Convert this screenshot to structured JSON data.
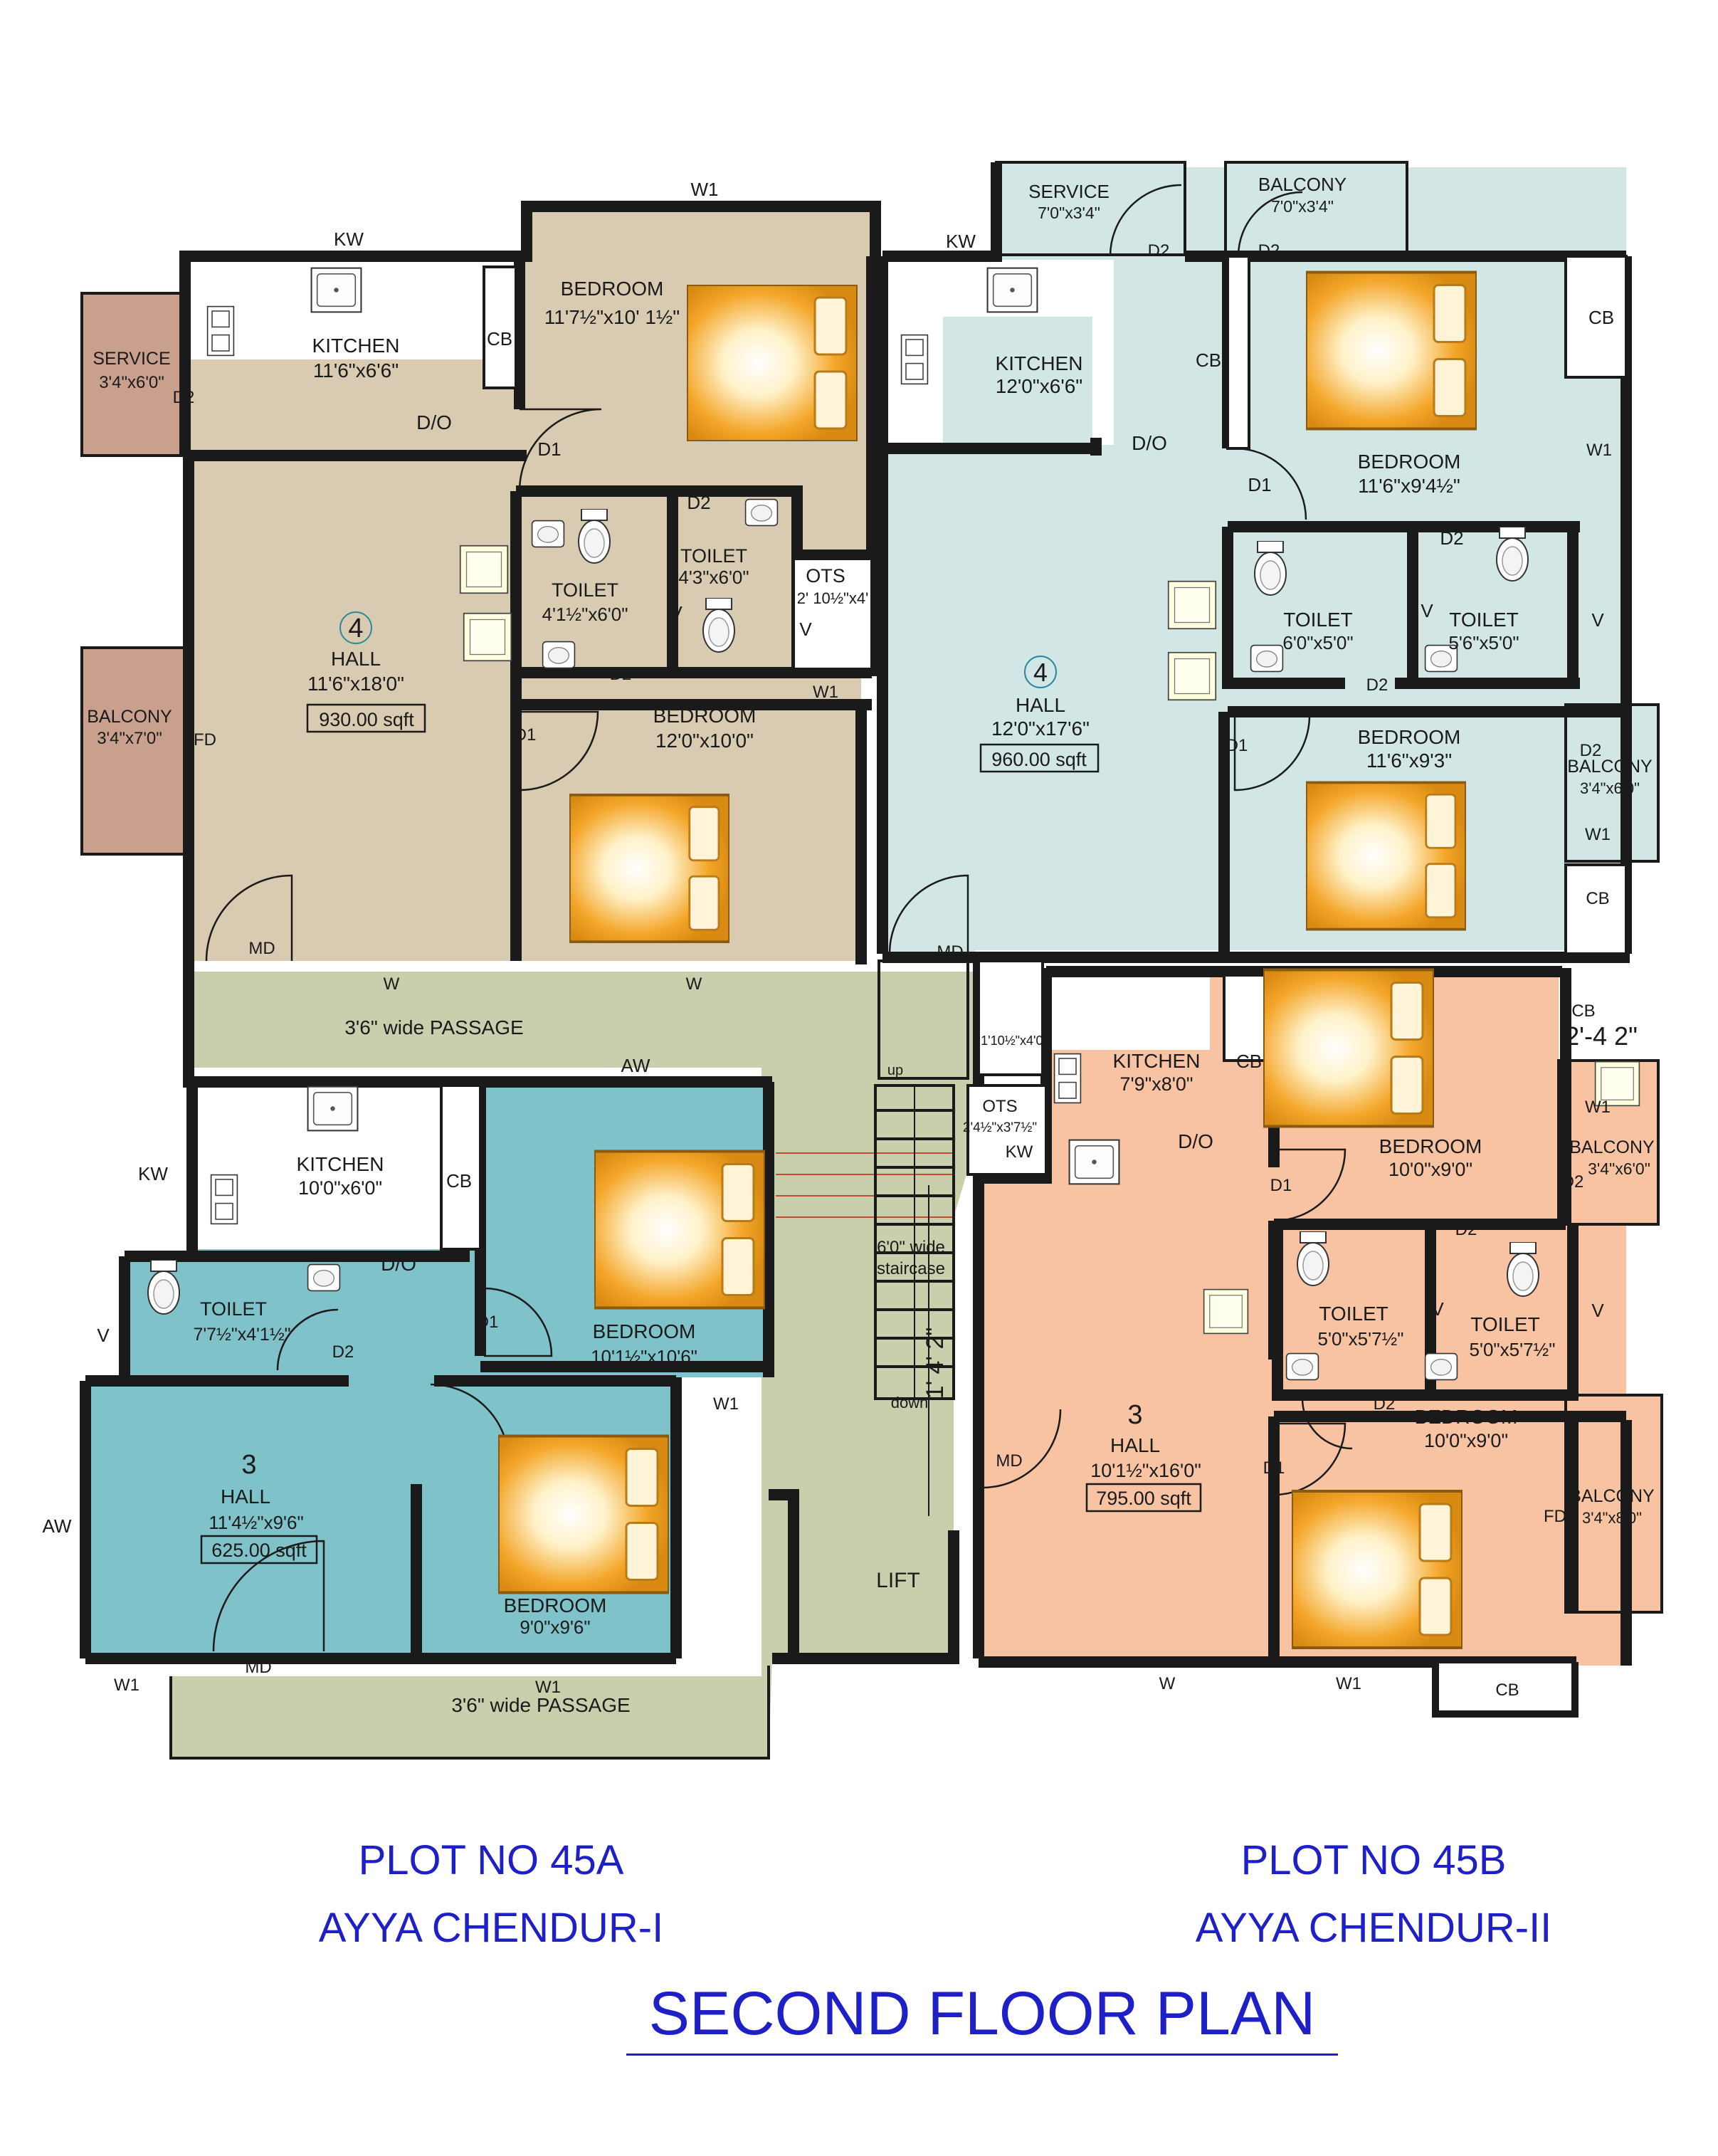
{
  "colors": {
    "unitA4": "#d9cbb1",
    "unitB4": "#d3e6e6",
    "unitA3": "#80c2c9",
    "unitB3": "#f8c3a2",
    "common": "#c9cfac",
    "balcony": "#c9a08e",
    "wall": "#1a1a1a",
    "bed": "#f0a020",
    "text_blue": "#1f1fc8"
  },
  "units": {
    "a4": {
      "bhk": "4",
      "hall": {
        "name": "HALL",
        "dim": "11'6\"x18'0\"",
        "area": "930.00 sqft"
      },
      "kitchen": {
        "name": "KITCHEN",
        "dim": "11'6\"x6'6\""
      },
      "service": {
        "name": "SERVICE",
        "dim": "3'4\"x6'0\""
      },
      "balcony": {
        "name": "BALCONY",
        "dim": "3'4\"x7'0\""
      },
      "bed1": {
        "name": "BEDROOM",
        "dim": "11'7½\"x10' 1½\""
      },
      "bed2": {
        "name": "BEDROOM",
        "dim": "12'0\"x10'0\""
      },
      "toilet1": {
        "name": "TOILET",
        "dim": "4'1½\"x6'0\""
      },
      "toilet2": {
        "name": "TOILET",
        "dim": "4'3\"x6'0\""
      },
      "ots": {
        "name": "OTS",
        "dim": "2' 10½\"x4'"
      }
    },
    "b4": {
      "bhk": "4",
      "hall": {
        "name": "HALL",
        "dim": "12'0\"x17'6\"",
        "area": "960.00 sqft"
      },
      "kitchen": {
        "name": "KITCHEN",
        "dim": "12'0\"x6'6\""
      },
      "service": {
        "name": "SERVICE",
        "dim": "7'0\"x3'4\""
      },
      "balcony1": {
        "name": "BALCONY",
        "dim": "7'0\"x3'4\""
      },
      "balcony2": {
        "name": "BALCONY",
        "dim": "3'4\"x6'0\""
      },
      "bed1": {
        "name": "BEDROOM",
        "dim": "11'6\"x9'4½\""
      },
      "bed2": {
        "name": "BEDROOM",
        "dim": "11'6\"x9'3\""
      },
      "toilet1": {
        "name": "TOILET",
        "dim": "6'0\"x5'0\""
      },
      "toilet2": {
        "name": "TOILET",
        "dim": "5'6\"x5'0\""
      }
    },
    "a3": {
      "bhk": "3",
      "hall": {
        "name": "HALL",
        "dim": "11'4½\"x9'6\"",
        "area": "625.00 sqft"
      },
      "kitchen": {
        "name": "KITCHEN",
        "dim": "10'0\"x6'0\""
      },
      "toilet": {
        "name": "TOILET",
        "dim": "7'7½\"x4'1½\""
      },
      "bed1": {
        "name": "BEDROOM",
        "dim": "10'1½\"x10'6\""
      },
      "bed2": {
        "name": "BEDROOM",
        "dim": "9'0\"x9'6\""
      }
    },
    "b3": {
      "bhk": "3",
      "hall": {
        "name": "HALL",
        "dim": "10'1½\"x16'0\"",
        "area": "795.00 sqft"
      },
      "kitchen": {
        "name": "KITCHEN",
        "dim": "7'9\"x8'0\""
      },
      "ots": {
        "name": "OTS",
        "dim": "2'4½\"x3'7½\""
      },
      "balcony1": {
        "name": "BALCONY",
        "dim": "3'4\"x6'0\""
      },
      "balcony2": {
        "name": "BALCONY",
        "dim": "3'4\"x8'0\""
      },
      "bed1": {
        "name": "BEDROOM",
        "dim": "10'0\"x9'0\""
      },
      "bed2": {
        "name": "BEDROOM",
        "dim": "10'0\"x9'0\""
      },
      "toilet1": {
        "name": "TOILET",
        "dim": "5'0\"x5'7½\""
      },
      "toilet2": {
        "name": "TOILET",
        "dim": "5'0\"x5'7½\""
      }
    }
  },
  "common": {
    "passage": "3'6\" wide PASSAGE",
    "staircase1": "6'0\" wide",
    "staircase2": "staircase",
    "up": "up",
    "down": "down",
    "lift": "LIFT",
    "lobby_dim": "1'10½\"x4'0\"",
    "stair_dim": "1' 4' 2\"",
    "cb_dim": "2'-4 2\""
  },
  "tags": {
    "kw": "KW",
    "cb": "CB",
    "do": "D/O",
    "d1": "D1",
    "d2": "D2",
    "w": "W",
    "w1": "W1",
    "v": "V",
    "md": "MD",
    "fd": "FD",
    "aw": "AW"
  },
  "captions": {
    "plot_a": "PLOT NO 45A",
    "name_a": "AYYA CHENDUR-I",
    "plot_b": "PLOT NO 45B",
    "name_b": "AYYA CHENDUR-II",
    "title": "SECOND FLOOR PLAN"
  }
}
